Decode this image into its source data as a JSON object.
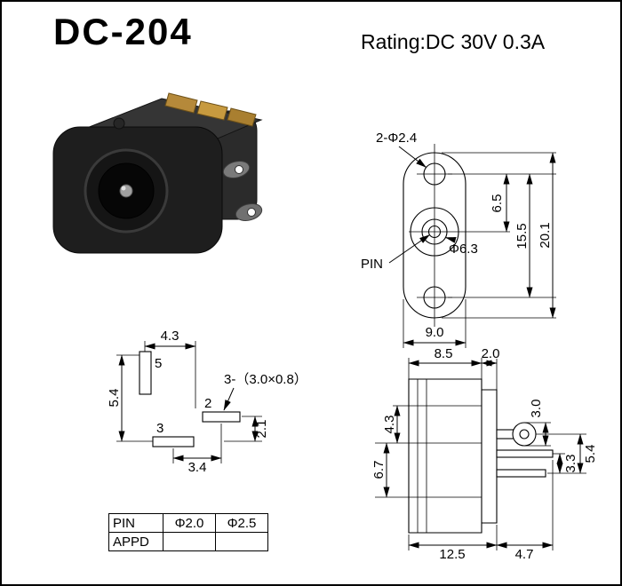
{
  "header": {
    "model": "DC-204",
    "rating": "Rating:DC 30V 0.3A"
  },
  "front_view": {
    "holes_label": "2-Φ2.4",
    "pin_label": "PIN",
    "barrel_dia": "Φ6.3",
    "dim_hole_offset": "6.5",
    "dim_hole_spacing": "15.5",
    "dim_height": "20.1",
    "dim_width": "9.0"
  },
  "pin_layout": {
    "pin5_label": "5",
    "pin3_label": "3",
    "pin2_label": "2",
    "pad_note": "3-（3.0×0.8）",
    "dim_top": "4.3",
    "dim_left": "5.4",
    "dim_bottom": "3.4",
    "dim_right": "2.1"
  },
  "side_view": {
    "dim_body_width": "8.5",
    "dim_flange_thickness": "2.0",
    "dim_upper_left": "4.3",
    "dim_lower_left": "6.7",
    "dim_lug_hole": "3.0",
    "dim_pin_gap": "3.3",
    "dim_pin_span": "5.4",
    "dim_bottom_width": "12.5",
    "dim_pin_length": "4.7"
  },
  "spec_table": {
    "rows": [
      [
        "PIN",
        "Φ2.0",
        "Φ2.5"
      ],
      [
        "APPD",
        "",
        ""
      ]
    ]
  }
}
